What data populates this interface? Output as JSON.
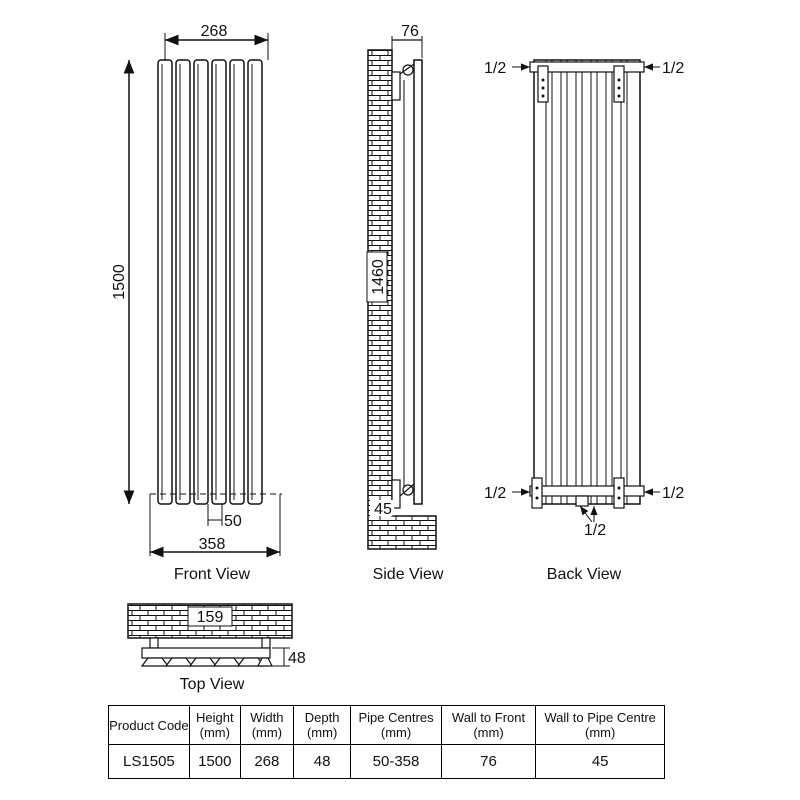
{
  "front": {
    "label": "Front View",
    "width": "268",
    "height": "1500",
    "centres": "358",
    "pipe_gap": "50"
  },
  "side": {
    "label": "Side View",
    "depth": "76",
    "height": "1460",
    "pipe_offset": "45"
  },
  "back": {
    "label": "Back View",
    "connection": "1/2"
  },
  "top": {
    "label": "Top View",
    "width": "159",
    "depth": "48"
  },
  "table": {
    "headers": [
      [
        "Product Code",
        ""
      ],
      [
        "Height",
        "(mm)"
      ],
      [
        "Width",
        "(mm)"
      ],
      [
        "Depth",
        "(mm)"
      ],
      [
        "Pipe Centres",
        "(mm)"
      ],
      [
        "Wall to Front",
        "(mm)"
      ],
      [
        "Wall to Pipe Centre",
        "(mm)"
      ]
    ],
    "row": [
      "LS1505",
      "1500",
      "268",
      "48",
      "50-358",
      "76",
      "45"
    ]
  }
}
